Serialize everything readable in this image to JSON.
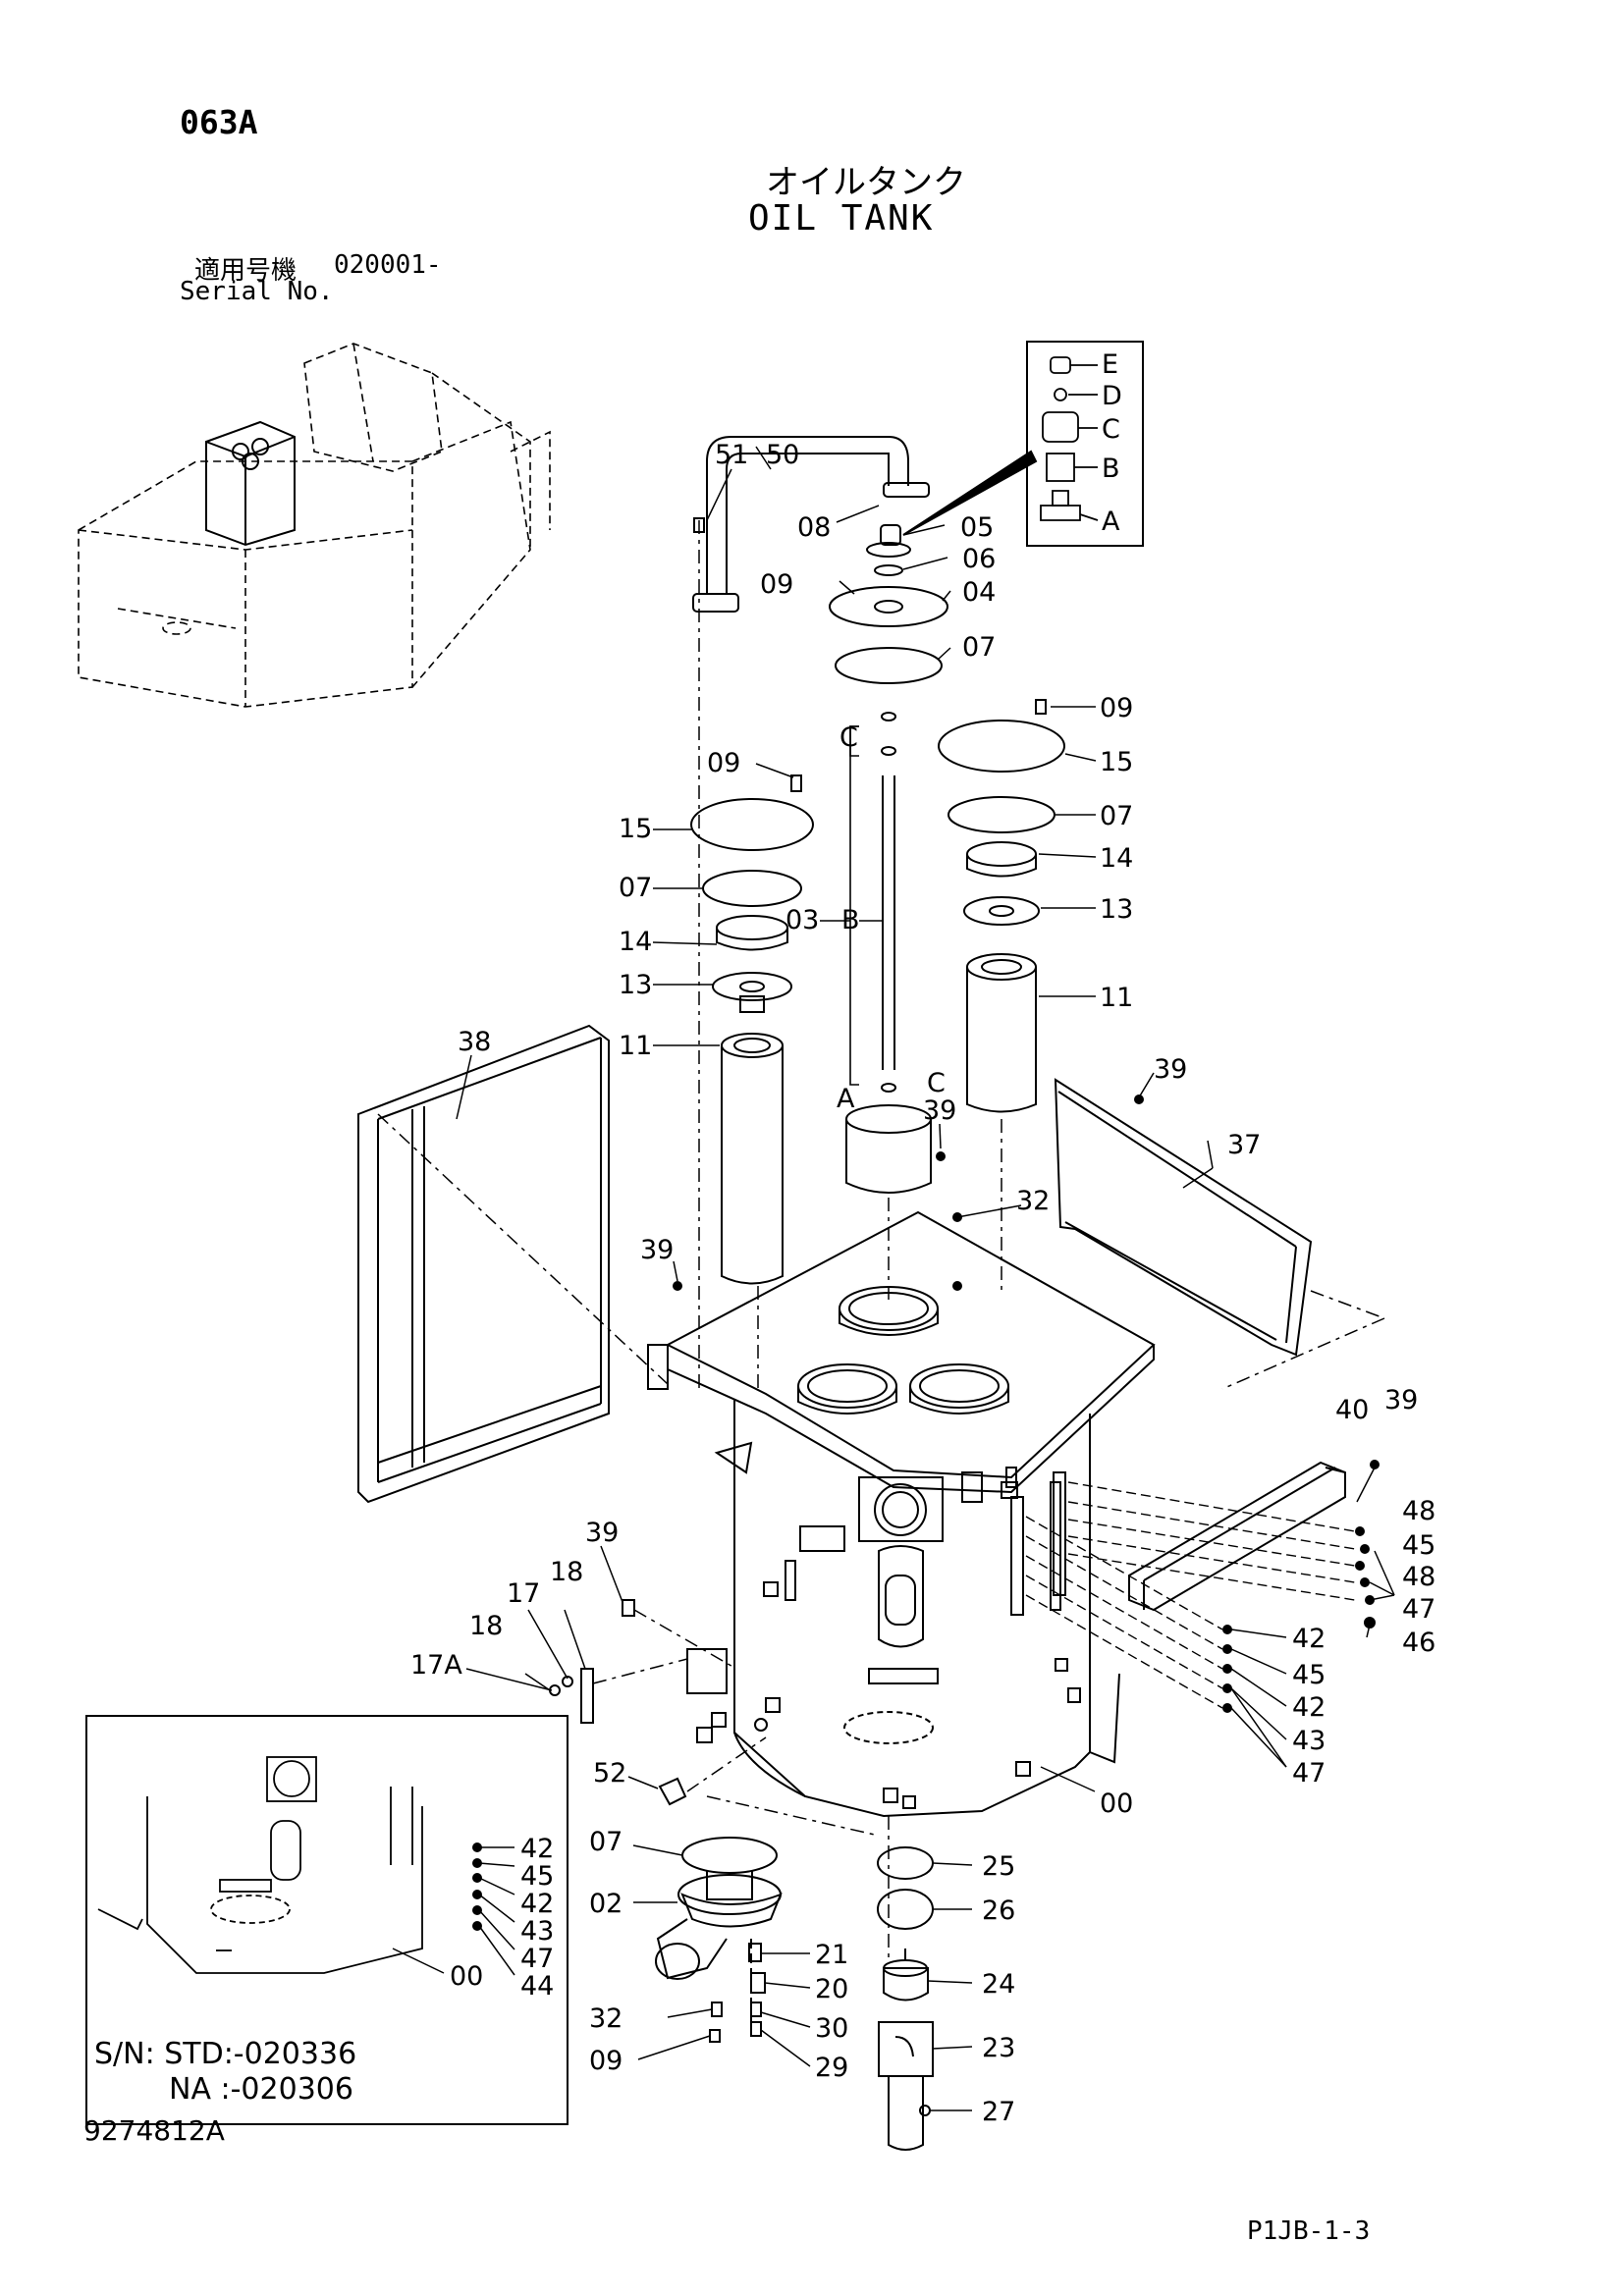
{
  "header": {
    "page_code": "063A",
    "title_jp": "オイルタンク",
    "title_en": "OIL TANK",
    "serial_label_jp": "適用号機",
    "serial_value": "020001-",
    "serial_label_en": "Serial No."
  },
  "inset": {
    "sn_std": "S/N: STD:-020336",
    "sn_na": "NA :-020306"
  },
  "footer": {
    "drawing_no": "9274812A",
    "sheet_no": "P1JB-1-3"
  },
  "callouts": {
    "c51": "51",
    "c50": "50",
    "c08": "08",
    "c05": "05",
    "c06": "06",
    "c09a": "09",
    "c04": "04",
    "c07a": "07",
    "c09b": "09",
    "c15a": "15",
    "c07b": "07",
    "c14a": "14",
    "c13a": "13",
    "c11a": "11",
    "c09c": "09",
    "c15b": "15",
    "c07c": "07",
    "c14b": "14",
    "c13b": "13",
    "c11b": "11",
    "c03": "03",
    "cB": "B",
    "cC1": "C",
    "cC2": "C",
    "cA": "A",
    "c38": "38",
    "c39a": "39",
    "c39b": "39",
    "c39c": "39",
    "c39d": "39",
    "c39e": "39",
    "c32a": "32",
    "c37": "37",
    "c40": "40",
    "c48a": "48",
    "c45a": "45",
    "c48b": "48",
    "c47a": "47",
    "c46": "46",
    "c42a": "42",
    "c45b": "45",
    "c42b": "42",
    "c43a": "43",
    "c47b": "47",
    "c18a": "18",
    "c17": "17",
    "c18b": "18",
    "c17A": "17A",
    "c52": "52",
    "c00a": "00",
    "c07d": "07",
    "c02": "02",
    "c25": "25",
    "c26": "26",
    "c21": "21",
    "c20": "20",
    "c24": "24",
    "c32b": "32",
    "c30": "30",
    "c09d": "09",
    "c29": "29",
    "c23": "23",
    "c27": "27",
    "i42a": "42",
    "i45": "45",
    "i42b": "42",
    "i43": "43",
    "i47": "47",
    "i44": "44",
    "i00": "00",
    "kE": "E",
    "kD": "D",
    "kC": "C",
    "kB": "B",
    "kA": "A"
  }
}
